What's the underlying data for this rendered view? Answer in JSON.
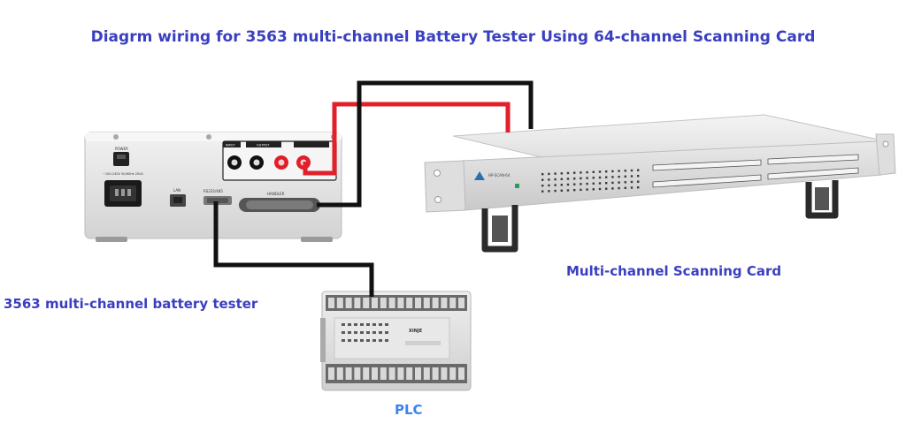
{
  "title": "Diagrm wiring for 3563 multi-channel Battery Tester Using 64-channel Scanning Card",
  "labels": {
    "tester": "3563 multi-channel battery tester",
    "scanning_card": "Multi-channel Scanning Card",
    "plc": "PLC"
  },
  "device_markings": {
    "power": "POWER",
    "voltage_rating": "~100-240V 50/60Hz 20VA",
    "lan": "LAN",
    "rs232": "RS232/485",
    "handler": "HANDLER",
    "input": "INPUT",
    "output": "OUTPUT",
    "plc_brand": "XINJE",
    "scanner_model": "HP-SCAN-64"
  },
  "colors": {
    "text_blue": "#3a3fc0",
    "plc_label": "#3b82f6",
    "wire_red": "#e0202a",
    "wire_black": "#111111",
    "device_body": "#e6e6e6",
    "terminal_red": "#e01e2a"
  }
}
